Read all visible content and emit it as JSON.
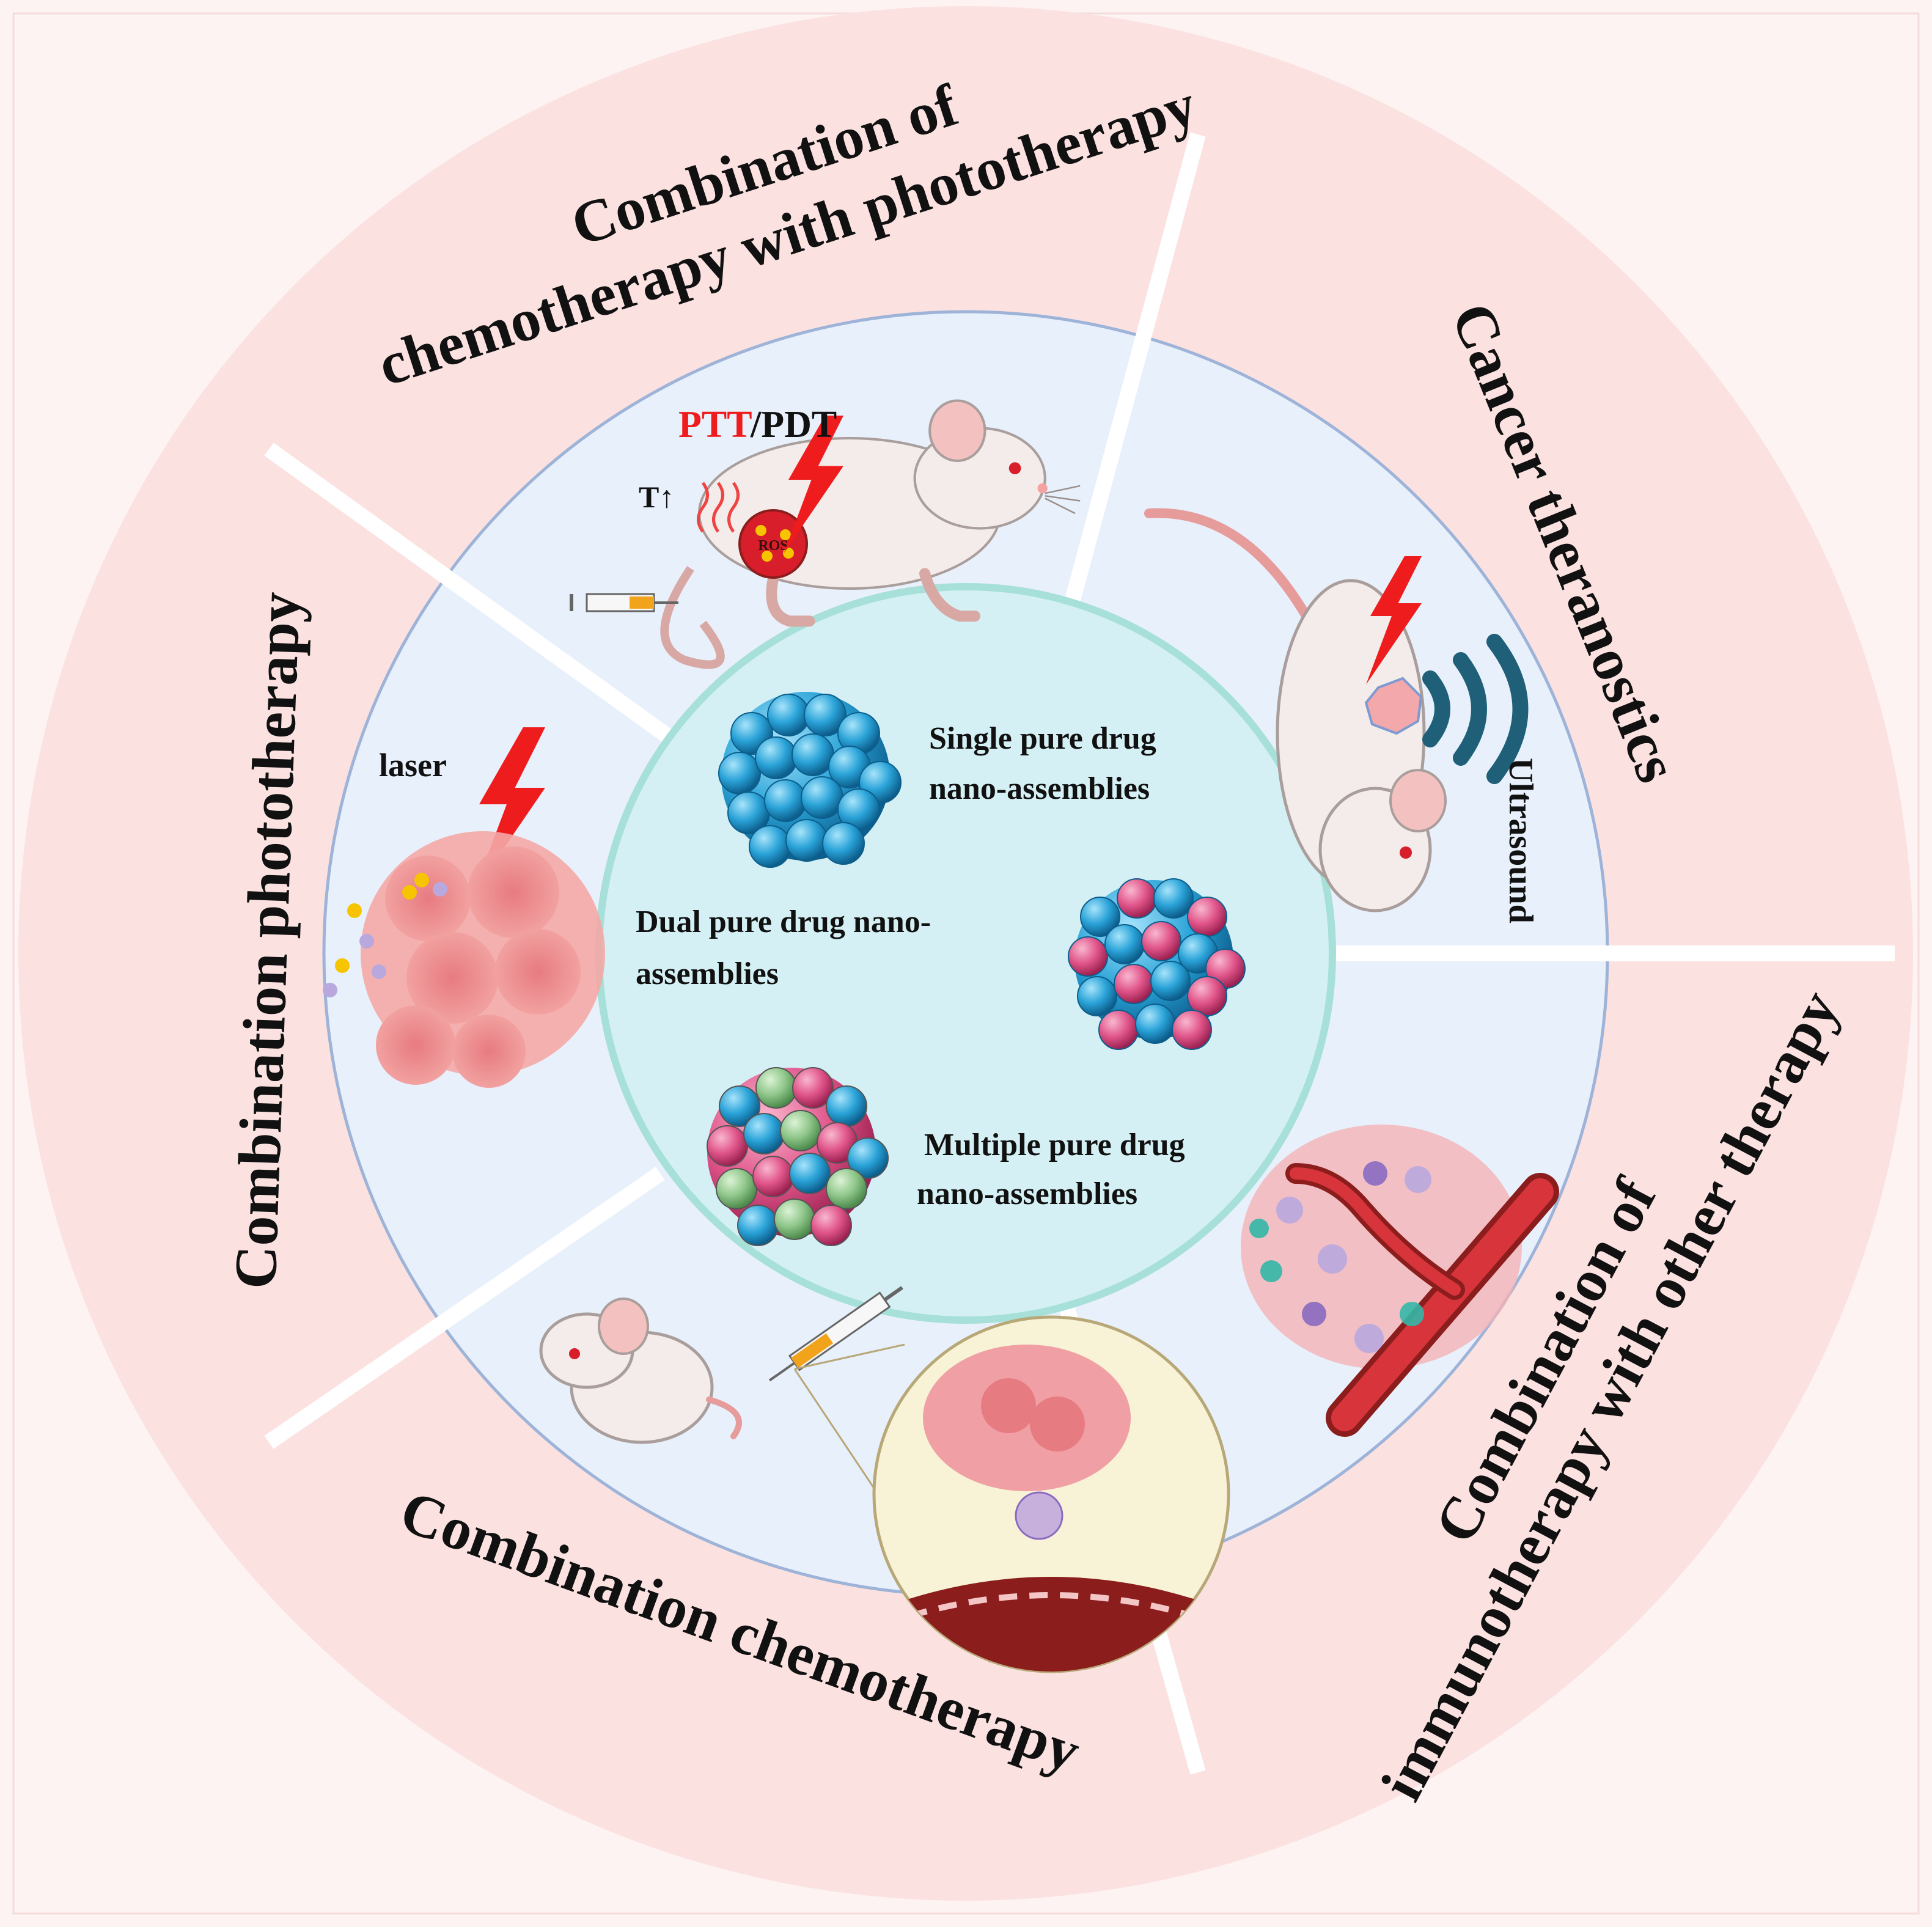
{
  "center": {
    "single": [
      "Single pure drug",
      "nano-assemblies"
    ],
    "dual": [
      "Dual pure drug nano-",
      "assemblies"
    ],
    "multiple": [
      "Multiple pure drug",
      "nano-assemblies"
    ]
  },
  "sectors": {
    "chemo_photo": {
      "title": [
        "Combination of",
        "chemotherapy with phototherapy"
      ],
      "ptt": "PTT",
      "slash_pdt": "/PDT",
      "temp": "T↑",
      "ros": "ROS"
    },
    "theranostics": {
      "title": "Cancer theranostics",
      "ultrasound": "Ultrasound"
    },
    "immuno": {
      "title": [
        "Combination of",
        "immunotherapy with other therapy"
      ]
    },
    "chemo": {
      "title": "Combination chemotherapy"
    },
    "photo": {
      "title": "Combination phototherapy",
      "laser": "laser"
    }
  },
  "colors": {
    "outer_ring": "#fbe2e1",
    "middle_ring": "#e8f0fb",
    "center_fill": "#d4f0f4",
    "center_stroke": "#a6e0d8",
    "lightning": "#ee1c1c",
    "sphere_blue": "#2aa3d8",
    "sphere_pink": "#e0558a",
    "sphere_green": "#8fc68a",
    "ultrasound_wave": "#1f5f78"
  }
}
